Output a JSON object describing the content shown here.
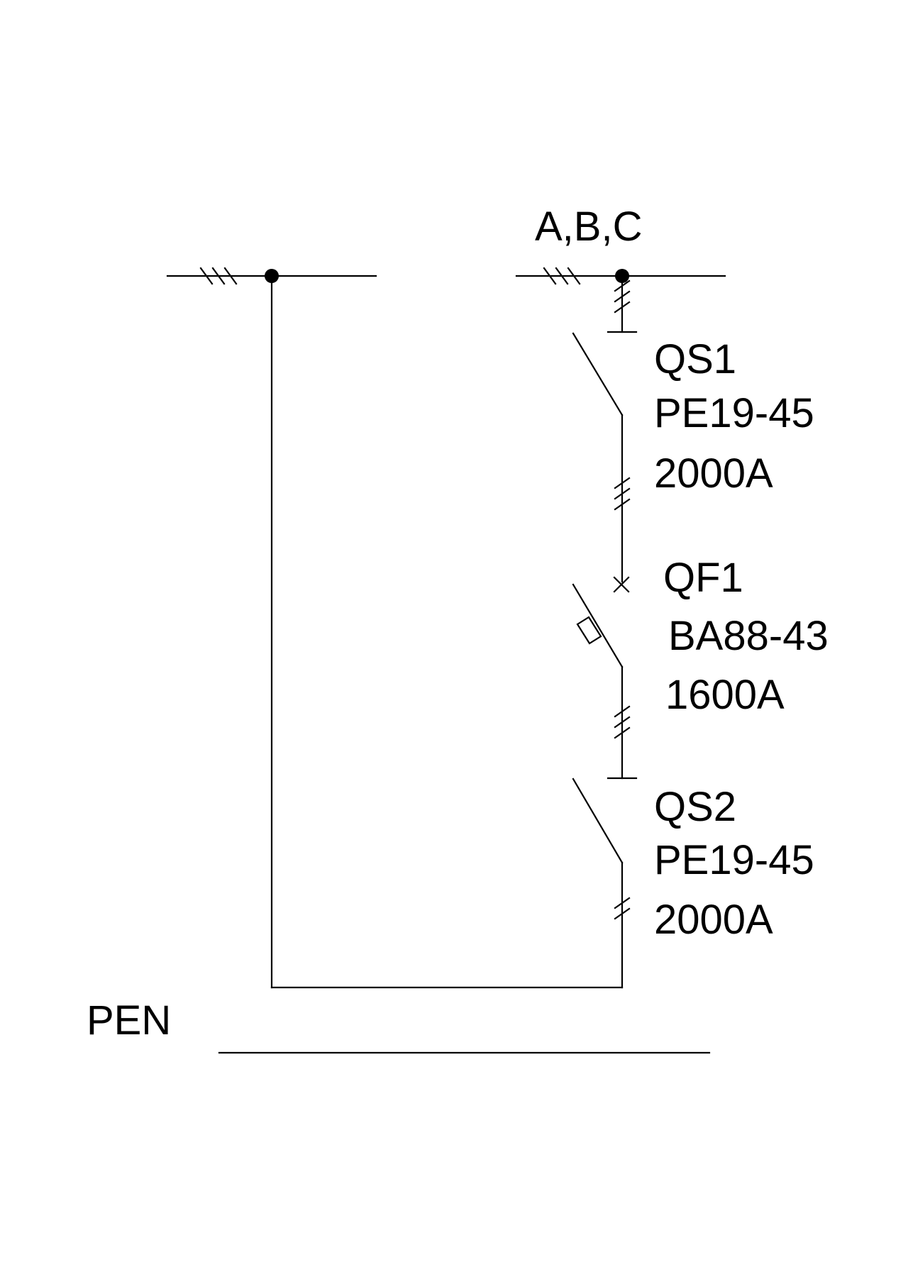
{
  "labels": {
    "bus": "A,B,C",
    "qs1": {
      "designation": "QS1",
      "type": "PE19-45",
      "rating": "2000A"
    },
    "qf1": {
      "designation": "QF1",
      "type": "BA88-43",
      "rating": "1600A"
    },
    "qs2": {
      "designation": "QS2",
      "type": "PE19-45",
      "rating": "2000A"
    },
    "pen": "PEN"
  },
  "colors": {
    "line": "#000000",
    "background": "#ffffff"
  }
}
